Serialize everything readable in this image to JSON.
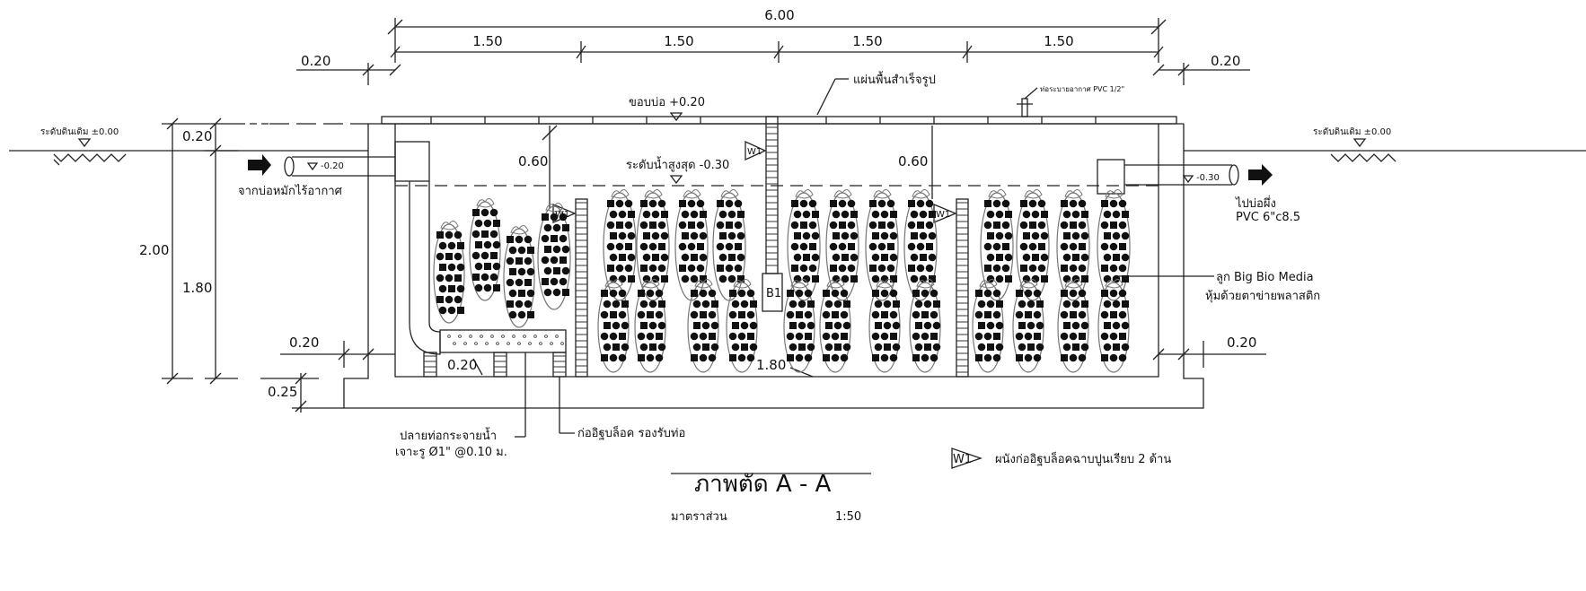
{
  "dimensions": {
    "overall": "6.00",
    "seg1": "1.50",
    "seg2": "1.50",
    "seg3": "1.50",
    "seg4": "1.50",
    "wall_left_top": "0.20",
    "wall_right_top": "0.20",
    "total_height": "2.00",
    "top_slab": "0.20",
    "inner_height": "1.80",
    "wall_left_bottom": "0.20",
    "wall_right_bottom": "0.20",
    "base_slab": "0.25",
    "pipe_support": "0.20",
    "freeboard_left": "0.60",
    "freeboard_right": "0.60",
    "center_height": "1.80"
  },
  "labels": {
    "ground_left": "ระดับดินเดิม ±0.00",
    "ground_right": "ระดับดินเดิม ±0.00",
    "precast_slab": "แผ่นพื้นสำเร็จรูป",
    "vent_pipe": "ท่อระบายอากาศ PVC 1/2\"",
    "pit_edge": "ขอบบ่อ +0.20",
    "max_water": "ระดับน้ำสูงสุด -0.30",
    "inlet_level": "-0.20",
    "outlet_level": "-0.30",
    "inlet_from": "จากบ่อหมักไร้อากาศ",
    "outlet_to": "ไปบ่อผึ่ง",
    "outlet_pipe": "PVC 6\"c8.5",
    "media_line1": "ลูก Big Bio Media",
    "media_line2": "หุ้มด้วยตาข่ายพลาสติก",
    "diffuser_line1": "ปลายท่อกระจายน้ำ",
    "diffuser_line2": "เจาะรู Ø1\" @0.10 ม.",
    "block_support": "ก่ออิฐบล็อค รองรับท่อ",
    "baffle_tag": "B1",
    "wall_tag": "W1",
    "legend_text": "ผนังก่ออิฐบล็อคฉาบปูนเรียบ 2 ด้าน",
    "section_title": "ภาพตัด  A - A",
    "scale_label": "มาตราส่วน",
    "scale_value": "1:50"
  }
}
